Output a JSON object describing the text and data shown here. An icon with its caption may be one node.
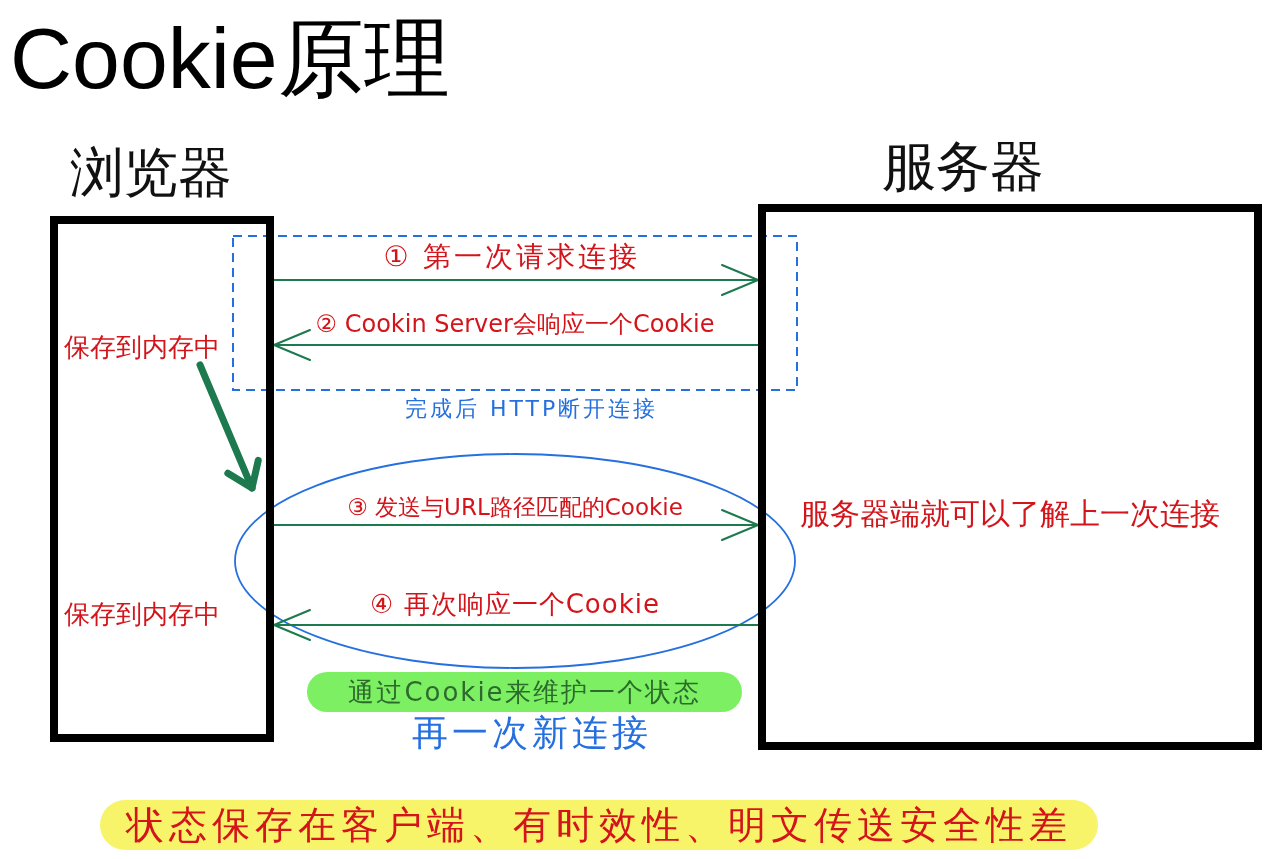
{
  "diagram": {
    "title": "Cookie原理",
    "nodes": [
      {
        "text": [
          "浏览器"
        ]
      },
      {
        "text": [
          "服务器"
        ]
      },
      {
        "text": [
          "保存到内存中"
        ],
        "in": 0
      },
      {
        "text": [
          "服务器端就可以了解上一次连接"
        ],
        "in": 1
      },
      {
        "text": [
          "保存到内存中"
        ],
        "in": 0
      },
      {
        "text": [
          "通过Cookie来维护一个状态"
        ]
      },
      {
        "text": [
          "状态保存在客户端、有时效性、明文传送安全性差"
        ]
      }
    ],
    "edges": [
      {
        "from": 0,
        "to": 1,
        "arrow": "to",
        "label": "① 第一次请求连接"
      },
      {
        "from": 1,
        "to": 0,
        "arrow": "to",
        "label": "② Cookin Server会响应一个Cookie"
      },
      {
        "from": 2,
        "to": null,
        "arrow": "to",
        "style": "thick"
      },
      {
        "from": 0,
        "to": 1,
        "arrow": "to",
        "label": "③ 发送与URL路径匹配的Cookie"
      },
      {
        "from": 1,
        "to": 0,
        "arrow": "to",
        "label": "④ 再次响应一个Cookie"
      }
    ],
    "labels": [
      "完成后 HTTP断开连接",
      "再一次新连接"
    ]
  }
}
